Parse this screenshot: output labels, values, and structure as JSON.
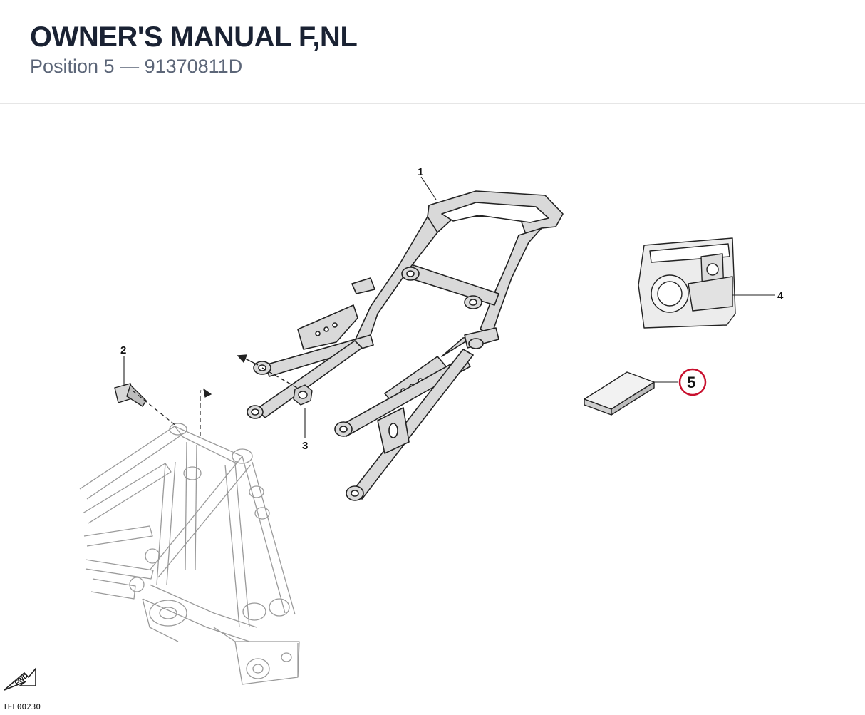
{
  "header": {
    "title": "OWNER'S MANUAL F,NL",
    "subtitle": "Position 5 — 91370811D"
  },
  "diagram": {
    "callouts": [
      {
        "id": "1",
        "label": "1"
      },
      {
        "id": "2",
        "label": "2"
      },
      {
        "id": "3",
        "label": "3"
      },
      {
        "id": "4",
        "label": "4"
      },
      {
        "id": "5",
        "label": "5",
        "highlighted": true
      }
    ],
    "fwd_label": "FWD",
    "drawing_code": "TEL00230",
    "highlight_color": "#c8102e"
  }
}
